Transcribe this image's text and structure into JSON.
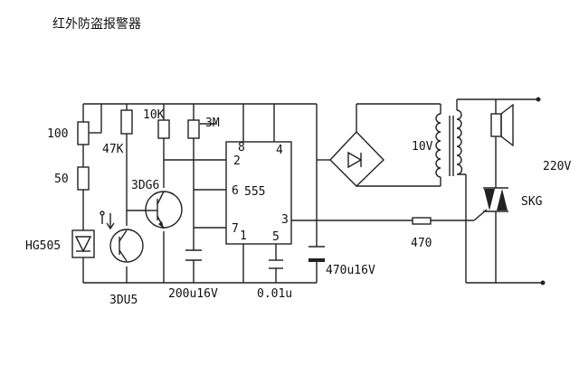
{
  "title": "红外防盗报警器",
  "components": {
    "r_100": "100",
    "r_50": "50",
    "led": "HG505",
    "phototransistor": "3DU5",
    "r_47k": "47K",
    "r_10k": "10K",
    "transistor": "3DG6",
    "r_3m": "3M",
    "c_timing": "200u16V",
    "ic": "555",
    "c_ctrl": "0.01u",
    "c_filter": "470u16V",
    "r_gate": "470",
    "transformer_secondary": "10V",
    "triac": "SKG",
    "mains": "220V"
  },
  "ic_pins": {
    "p8": "8",
    "p4": "4",
    "p2": "2",
    "p6": "6",
    "p7": "7",
    "p1": "1",
    "p5": "5",
    "p3": "3"
  }
}
